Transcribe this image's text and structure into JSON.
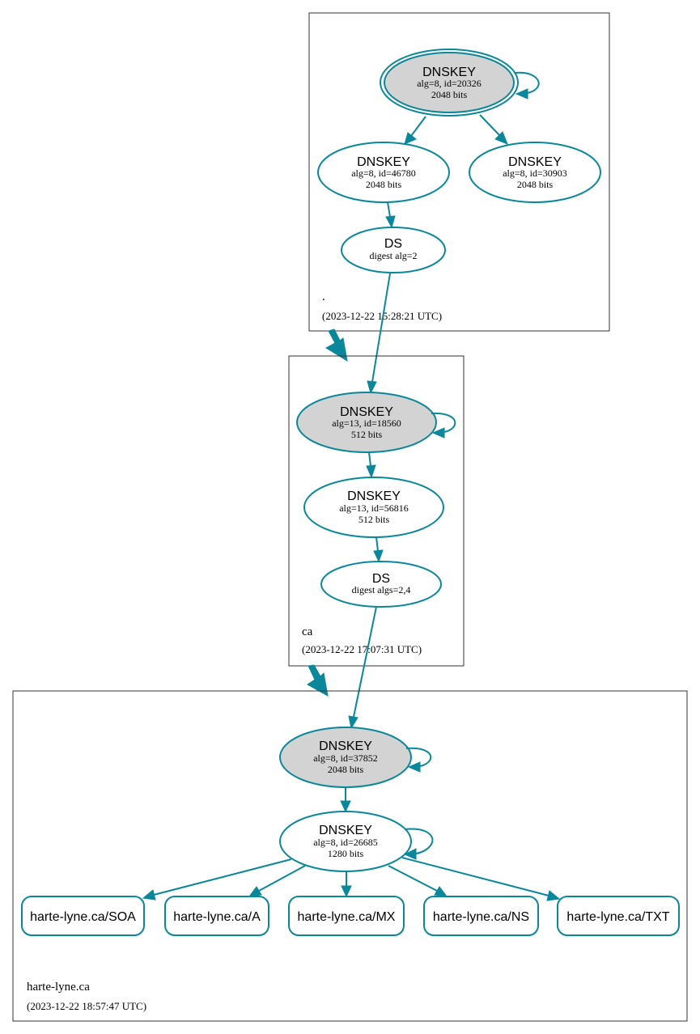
{
  "zones": {
    "root": {
      "name": ".",
      "time": "(2023-12-22 15:28:21 UTC)",
      "ksk": {
        "type": "DNSKEY",
        "line1": "alg=8, id=20326",
        "line2": "2048 bits"
      },
      "zsk1": {
        "type": "DNSKEY",
        "line1": "alg=8, id=46780",
        "line2": "2048 bits"
      },
      "zsk2": {
        "type": "DNSKEY",
        "line1": "alg=8, id=30903",
        "line2": "2048 bits"
      },
      "ds": {
        "type": "DS",
        "line1": "digest alg=2"
      }
    },
    "ca": {
      "name": "ca",
      "time": "(2023-12-22 17:07:31 UTC)",
      "ksk": {
        "type": "DNSKEY",
        "line1": "alg=13, id=18560",
        "line2": "512 bits"
      },
      "zsk": {
        "type": "DNSKEY",
        "line1": "alg=13, id=56816",
        "line2": "512 bits"
      },
      "ds": {
        "type": "DS",
        "line1": "digest algs=2,4"
      }
    },
    "harte": {
      "name": "harte-lyne.ca",
      "time": "(2023-12-22 18:57:47 UTC)",
      "ksk": {
        "type": "DNSKEY",
        "line1": "alg=8, id=37852",
        "line2": "2048 bits"
      },
      "zsk": {
        "type": "DNSKEY",
        "line1": "alg=8, id=26685",
        "line2": "1280 bits"
      },
      "records": [
        "harte-lyne.ca/SOA",
        "harte-lyne.ca/A",
        "harte-lyne.ca/MX",
        "harte-lyne.ca/NS",
        "harte-lyne.ca/TXT"
      ]
    }
  },
  "colors": {
    "edge": "#0a879a",
    "sep_fill": "#d3d3d3"
  }
}
